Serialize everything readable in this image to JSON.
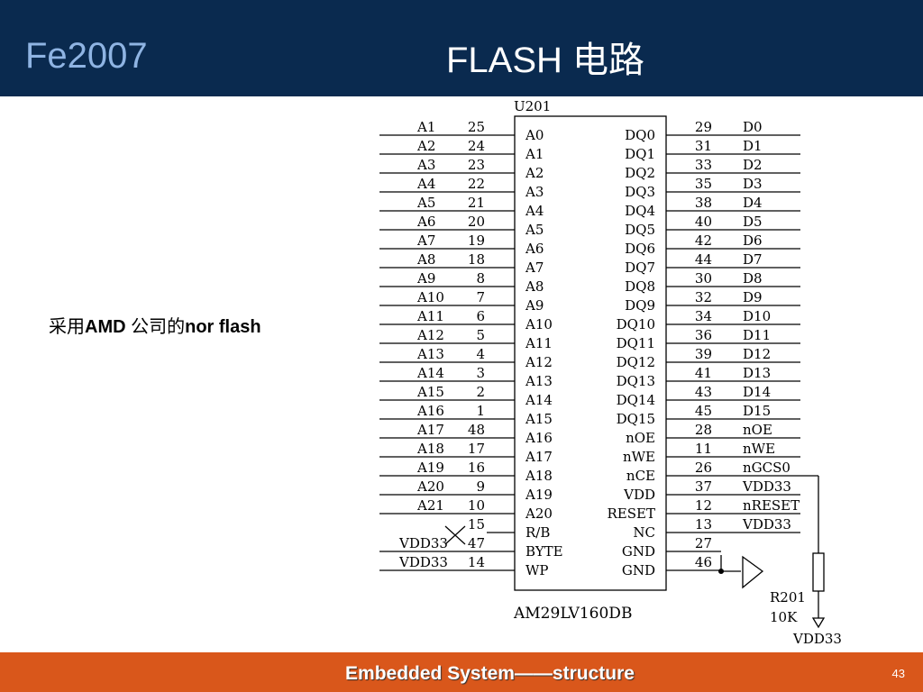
{
  "header": {
    "brand": "Fe2007",
    "title": "FLASH 电路"
  },
  "caption": {
    "prefix": "采用",
    "part1": "AMD",
    "middle": " 公司的",
    "part2": "nor flash"
  },
  "footer": {
    "text": "Embedded System——structure",
    "page": "43"
  },
  "colors": {
    "header_bg": "#0a2a4f",
    "brand": "#8fb4e3",
    "footer_bg": "#d9571b"
  },
  "schematic": {
    "ref": "U201",
    "part": "AM29LV160DB",
    "left_rows": [
      {
        "net": "A1",
        "pin": "25",
        "label": "A0"
      },
      {
        "net": "A2",
        "pin": "24",
        "label": "A1"
      },
      {
        "net": "A3",
        "pin": "23",
        "label": "A2"
      },
      {
        "net": "A4",
        "pin": "22",
        "label": "A3"
      },
      {
        "net": "A5",
        "pin": "21",
        "label": "A4"
      },
      {
        "net": "A6",
        "pin": "20",
        "label": "A5"
      },
      {
        "net": "A7",
        "pin": "19",
        "label": "A6"
      },
      {
        "net": "A8",
        "pin": "18",
        "label": "A7"
      },
      {
        "net": "A9",
        "pin": "8",
        "label": "A8"
      },
      {
        "net": "A10",
        "pin": "7",
        "label": "A9"
      },
      {
        "net": "A11",
        "pin": "6",
        "label": "A10"
      },
      {
        "net": "A12",
        "pin": "5",
        "label": "A11"
      },
      {
        "net": "A13",
        "pin": "4",
        "label": "A12"
      },
      {
        "net": "A14",
        "pin": "3",
        "label": "A13"
      },
      {
        "net": "A15",
        "pin": "2",
        "label": "A14"
      },
      {
        "net": "A16",
        "pin": "1",
        "label": "A15"
      },
      {
        "net": "A17",
        "pin": "48",
        "label": "A16"
      },
      {
        "net": "A18",
        "pin": "17",
        "label": "A17"
      },
      {
        "net": "A19",
        "pin": "16",
        "label": "A18"
      },
      {
        "net": "A20",
        "pin": "9",
        "label": "A19"
      },
      {
        "net": "A21",
        "pin": "10",
        "label": "A20"
      },
      {
        "net": "",
        "pin": "15",
        "label": "R/B"
      },
      {
        "net": "VDD33",
        "pin": "47",
        "label": "BYTE"
      },
      {
        "net": "VDD33",
        "pin": "14",
        "label": "WP"
      }
    ],
    "right_rows": [
      {
        "label": "DQ0",
        "pin": "29",
        "net": "D0"
      },
      {
        "label": "DQ1",
        "pin": "31",
        "net": "D1"
      },
      {
        "label": "DQ2",
        "pin": "33",
        "net": "D2"
      },
      {
        "label": "DQ3",
        "pin": "35",
        "net": "D3"
      },
      {
        "label": "DQ4",
        "pin": "38",
        "net": "D4"
      },
      {
        "label": "DQ5",
        "pin": "40",
        "net": "D5"
      },
      {
        "label": "DQ6",
        "pin": "42",
        "net": "D6"
      },
      {
        "label": "DQ7",
        "pin": "44",
        "net": "D7"
      },
      {
        "label": "DQ8",
        "pin": "30",
        "net": "D8"
      },
      {
        "label": "DQ9",
        "pin": "32",
        "net": "D9"
      },
      {
        "label": "DQ10",
        "pin": "34",
        "net": "D10"
      },
      {
        "label": "DQ11",
        "pin": "36",
        "net": "D11"
      },
      {
        "label": "DQ12",
        "pin": "39",
        "net": "D12"
      },
      {
        "label": "DQ13",
        "pin": "41",
        "net": "D13"
      },
      {
        "label": "DQ14",
        "pin": "43",
        "net": "D14"
      },
      {
        "label": "DQ15",
        "pin": "45",
        "net": "D15"
      },
      {
        "label": "nOE",
        "pin": "28",
        "net": "nOE"
      },
      {
        "label": "nWE",
        "pin": "11",
        "net": "nWE"
      },
      {
        "label": "nCE",
        "pin": "26",
        "net": "nGCS0"
      },
      {
        "label": "VDD",
        "pin": "37",
        "net": "VDD33"
      },
      {
        "label": "RESET",
        "pin": "12",
        "net": "nRESET"
      },
      {
        "label": "NC",
        "pin": "13",
        "net": "VDD33"
      },
      {
        "label": "GND",
        "pin": "27",
        "net": ""
      },
      {
        "label": "GND",
        "pin": "46",
        "net": ""
      }
    ],
    "resistor_ref": "R201",
    "resistor_value": "10K",
    "pullup_net": "VDD33"
  }
}
